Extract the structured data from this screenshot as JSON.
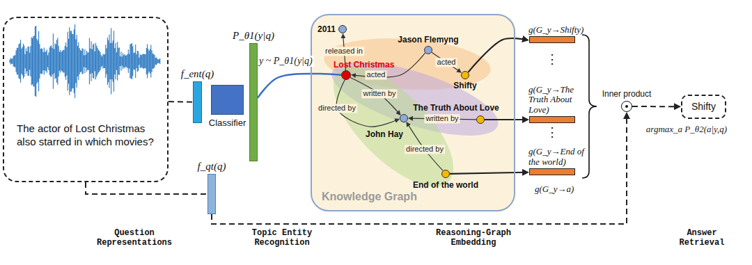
{
  "diagram": {
    "nodes": [
      {
        "text": [
          "The actor of Lost Christmas also starred in which movies?"
        ]
      },
      {
        "text": [
          "f_ent(q)"
        ]
      },
      {
        "text": [
          "Classifier"
        ]
      },
      {
        "text": [
          "P_θ1(y|q)"
        ]
      },
      {
        "text": [
          "Knowledge Graph"
        ]
      },
      {
        "text": [
          "2011"
        ],
        "in": 4
      },
      {
        "text": [
          "Jason Flemyng"
        ],
        "in": 4
      },
      {
        "text": [
          "Lost Christmas"
        ],
        "in": 4
      },
      {
        "text": [
          "Shifty"
        ],
        "in": 4
      },
      {
        "text": [
          "The Truth About Love"
        ],
        "in": 4
      },
      {
        "text": [
          "John Hay"
        ],
        "in": 4
      },
      {
        "text": [
          "End of the world"
        ],
        "in": 4
      },
      {
        "text": [
          "g(G_y→Shifty)"
        ]
      },
      {
        "text": [
          "g(G_y→The Truth About Love)"
        ]
      },
      {
        "text": [
          "g(G_y→End of the world)"
        ]
      },
      {
        "text": [
          "Inner product"
        ]
      },
      {
        "text": [
          "Shifty"
        ]
      },
      {
        "text": [
          "f_qt(q)"
        ]
      }
    ],
    "edges": [
      {
        "from": 0,
        "to": 1,
        "arrow": "none"
      },
      {
        "from": 3,
        "to": 7,
        "label": "y ~ P_θ1(y|q)",
        "arrow": "none"
      },
      {
        "from": 7,
        "to": 5,
        "label": "released in",
        "arrow": "to"
      },
      {
        "from": 6,
        "to": 7,
        "label": "acted",
        "arrow": "to"
      },
      {
        "from": 6,
        "to": 8,
        "label": "acted",
        "arrow": "to"
      },
      {
        "from": 7,
        "to": 10,
        "label": "written by",
        "arrow": "to"
      },
      {
        "from": 9,
        "to": 10,
        "label": "written by",
        "arrow": "to"
      },
      {
        "from": 7,
        "to": 10,
        "label": "directed by",
        "arrow": "to"
      },
      {
        "from": 11,
        "to": 10,
        "label": "directed by",
        "arrow": "to"
      },
      {
        "from": 8,
        "to": 12,
        "arrow": "to"
      },
      {
        "from": 9,
        "to": 13,
        "arrow": "to"
      },
      {
        "from": 11,
        "to": 14,
        "arrow": "to"
      },
      {
        "from": 0,
        "to": 17,
        "arrow": "none"
      },
      {
        "from": 17,
        "to": 15,
        "arrow": "to"
      },
      {
        "from": 15,
        "to": 16,
        "label": "argmax_a P_θ2(a|y,q)",
        "arrow": "to"
      }
    ],
    "labels": [
      "⋮",
      "⋮",
      "g(G_y→a)",
      "Question Representations",
      "Topic Entity Recognition",
      "Reasoning-Graph Embedding",
      "Answer Retrieval"
    ]
  }
}
